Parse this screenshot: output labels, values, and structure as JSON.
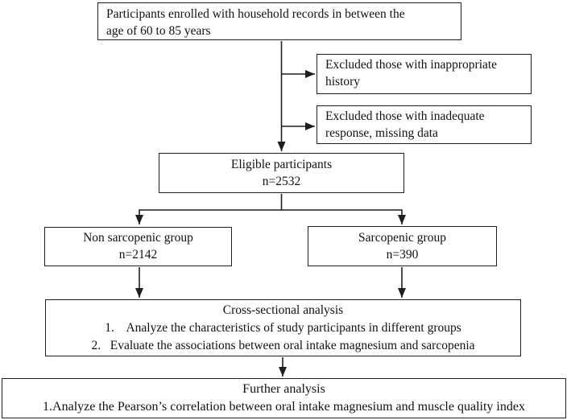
{
  "colors": {
    "border": "#1f1f1f",
    "text": "#111111",
    "background": "#ffffff"
  },
  "flowchart": {
    "enrollment": {
      "lines": [
        "Participants enrolled with household records in between the",
        "age of 60 to 85 years"
      ]
    },
    "excluded_history": {
      "lines": [
        "Excluded those with inappropriate",
        "history"
      ]
    },
    "excluded_response": {
      "lines": [
        "Excluded those with inadequate",
        "response, missing data"
      ]
    },
    "eligible": {
      "title": "Eligible participants",
      "count": "n=2532"
    },
    "non_sarcopenic": {
      "title": "Non sarcopenic group",
      "count": "n=2142"
    },
    "sarcopenic": {
      "title": "Sarcopenic group",
      "count": "n=390"
    },
    "cross_sectional": {
      "title": "Cross-sectional analysis",
      "items": [
        "1.    Analyze the characteristics of study participants in different groups",
        "2.   Evaluate the associations between oral intake magnesium and sarcopenia"
      ]
    },
    "further_analysis": {
      "title": "Further analysis",
      "items": [
        "1.Analyze the Pearson’s correlation between oral intake magnesium and muscle quality index"
      ]
    }
  }
}
